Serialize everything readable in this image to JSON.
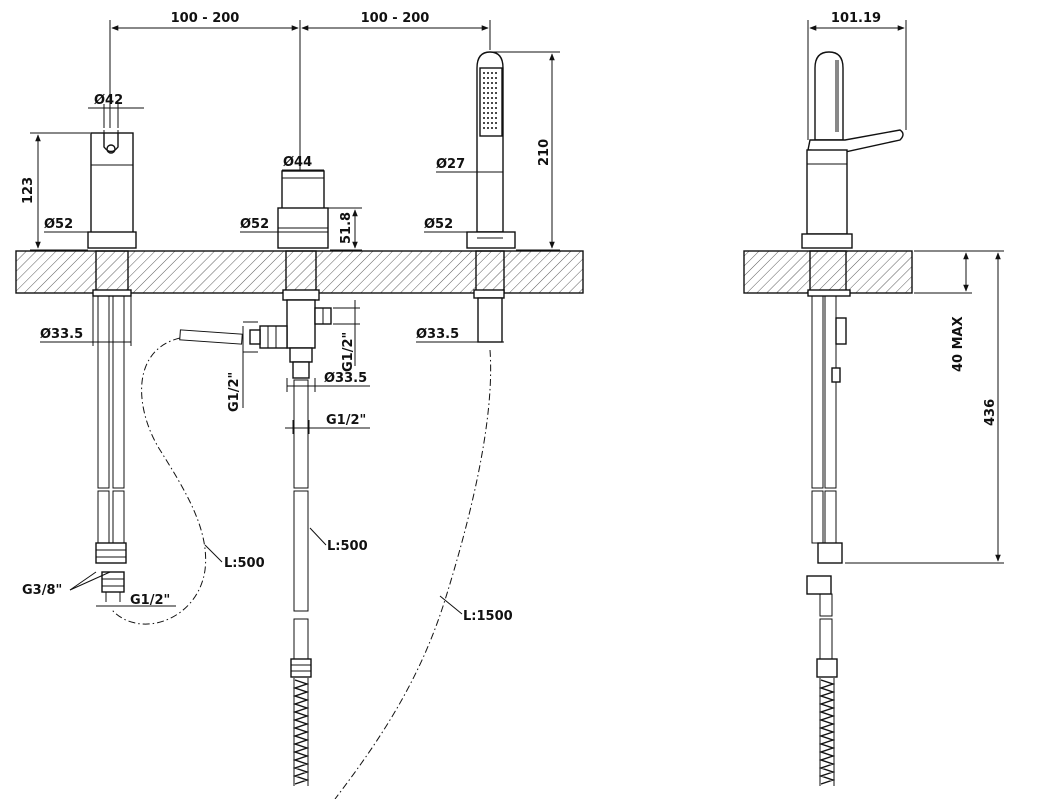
{
  "dimensions": {
    "spacing_left": "100 - 200",
    "spacing_right": "100 - 200",
    "diam_lever": "Ø42",
    "diam_base_left": "Ø52",
    "height_mixer": "123",
    "diam_pipe_left": "Ø33.5",
    "diam_valve_top": "Ø44",
    "diam_valve_base": "Ø52",
    "height_valve": "51.8",
    "diam_handshower": "Ø27",
    "diam_hs_base": "Ø52",
    "height_handshower": "210",
    "diam_pipe_right": "Ø33.5",
    "thread_side": "G1/2\"",
    "thread_out": "G1/2\"",
    "diam_valve_pipe": "Ø33.5",
    "thread_valve_bottom": "G1/2\"",
    "thread_g38": "G3/8\"",
    "thread_left_bottom": "G1/2\"",
    "hose_left": "L:500",
    "hose_mid": "L:500",
    "hose_right": "L:1500",
    "side_width": "101.19",
    "side_max": "40 MAX",
    "side_height": "436"
  }
}
